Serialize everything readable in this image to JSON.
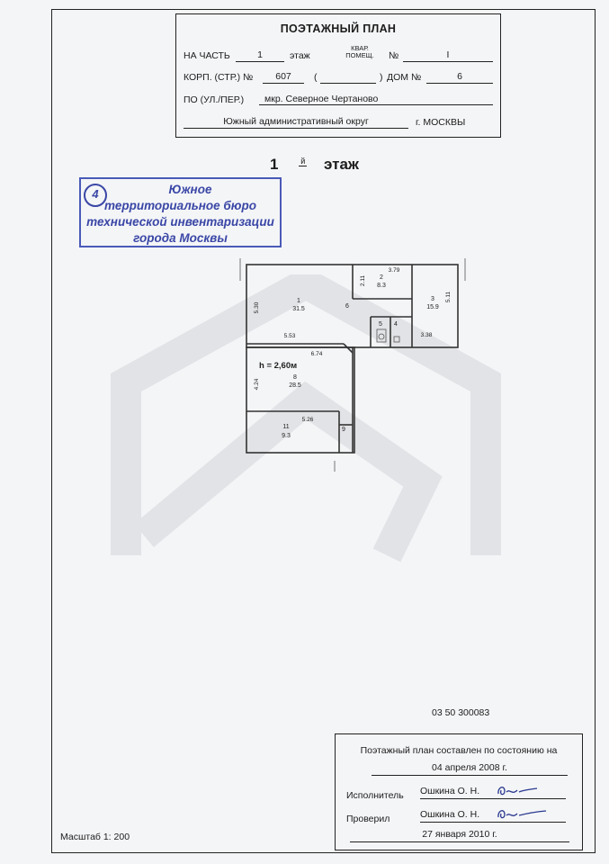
{
  "title_block": {
    "title": "ПОЭТАЖНЫЙ ПЛАН",
    "part_label": "НА ЧАСТЬ",
    "part_value": "1",
    "floor_word": "этаж",
    "kvar_label_1": "КВАР.",
    "kvar_label_2": "ПОМЕЩ.",
    "number_label": "№",
    "number_value": "I",
    "korp_label": "КОРП. (СТР.) №",
    "korp_value": "607",
    "paren_open": "(",
    "paren_close": ")",
    "dom_label": "ДОМ №",
    "dom_value": "6",
    "street_label": "ПО (УЛ./ПЕР.)",
    "street_value": "мкр. Северное Чертаново",
    "district_value": "Южный административный округ",
    "city_value": "г. МОСКВЫ"
  },
  "floor_heading": {
    "number": "1",
    "suffix": "й",
    "word": "этаж"
  },
  "stamp": {
    "number": "4",
    "line1": "Южное",
    "line2": "территориальное бюро",
    "line3": "технической инвентаризации",
    "line4": "города Москвы"
  },
  "plan": {
    "height_label": "h = 2,60м",
    "rooms": [
      {
        "num": "1",
        "area": "31.5"
      },
      {
        "num": "2",
        "area": "8.3"
      },
      {
        "num": "3",
        "area": "15.9"
      },
      {
        "num": "4",
        "area": ""
      },
      {
        "num": "5",
        "area": ""
      },
      {
        "num": "6",
        "area": ""
      },
      {
        "num": "8",
        "area": "28.5"
      },
      {
        "num": "9",
        "area": ""
      },
      {
        "num": "11",
        "area": "9.3"
      }
    ],
    "dims": [
      "5.30",
      "5.53",
      "6.74",
      "4.24",
      "5.26",
      "2.11",
      "3.79",
      "5.11",
      "3.38"
    ]
  },
  "code": "03 50 300083",
  "certificate": {
    "line1": "Поэтажный план составлен по состоянию на",
    "date1": "04 апреля 2008 г.",
    "executor_label": "Исполнитель",
    "executor_name": "Ошкина О. Н.",
    "checked_label": "Проверил",
    "checked_name": "Ошкина О. Н.",
    "date2": "27 января 2010 г."
  },
  "scale": "Масштаб 1: 200"
}
